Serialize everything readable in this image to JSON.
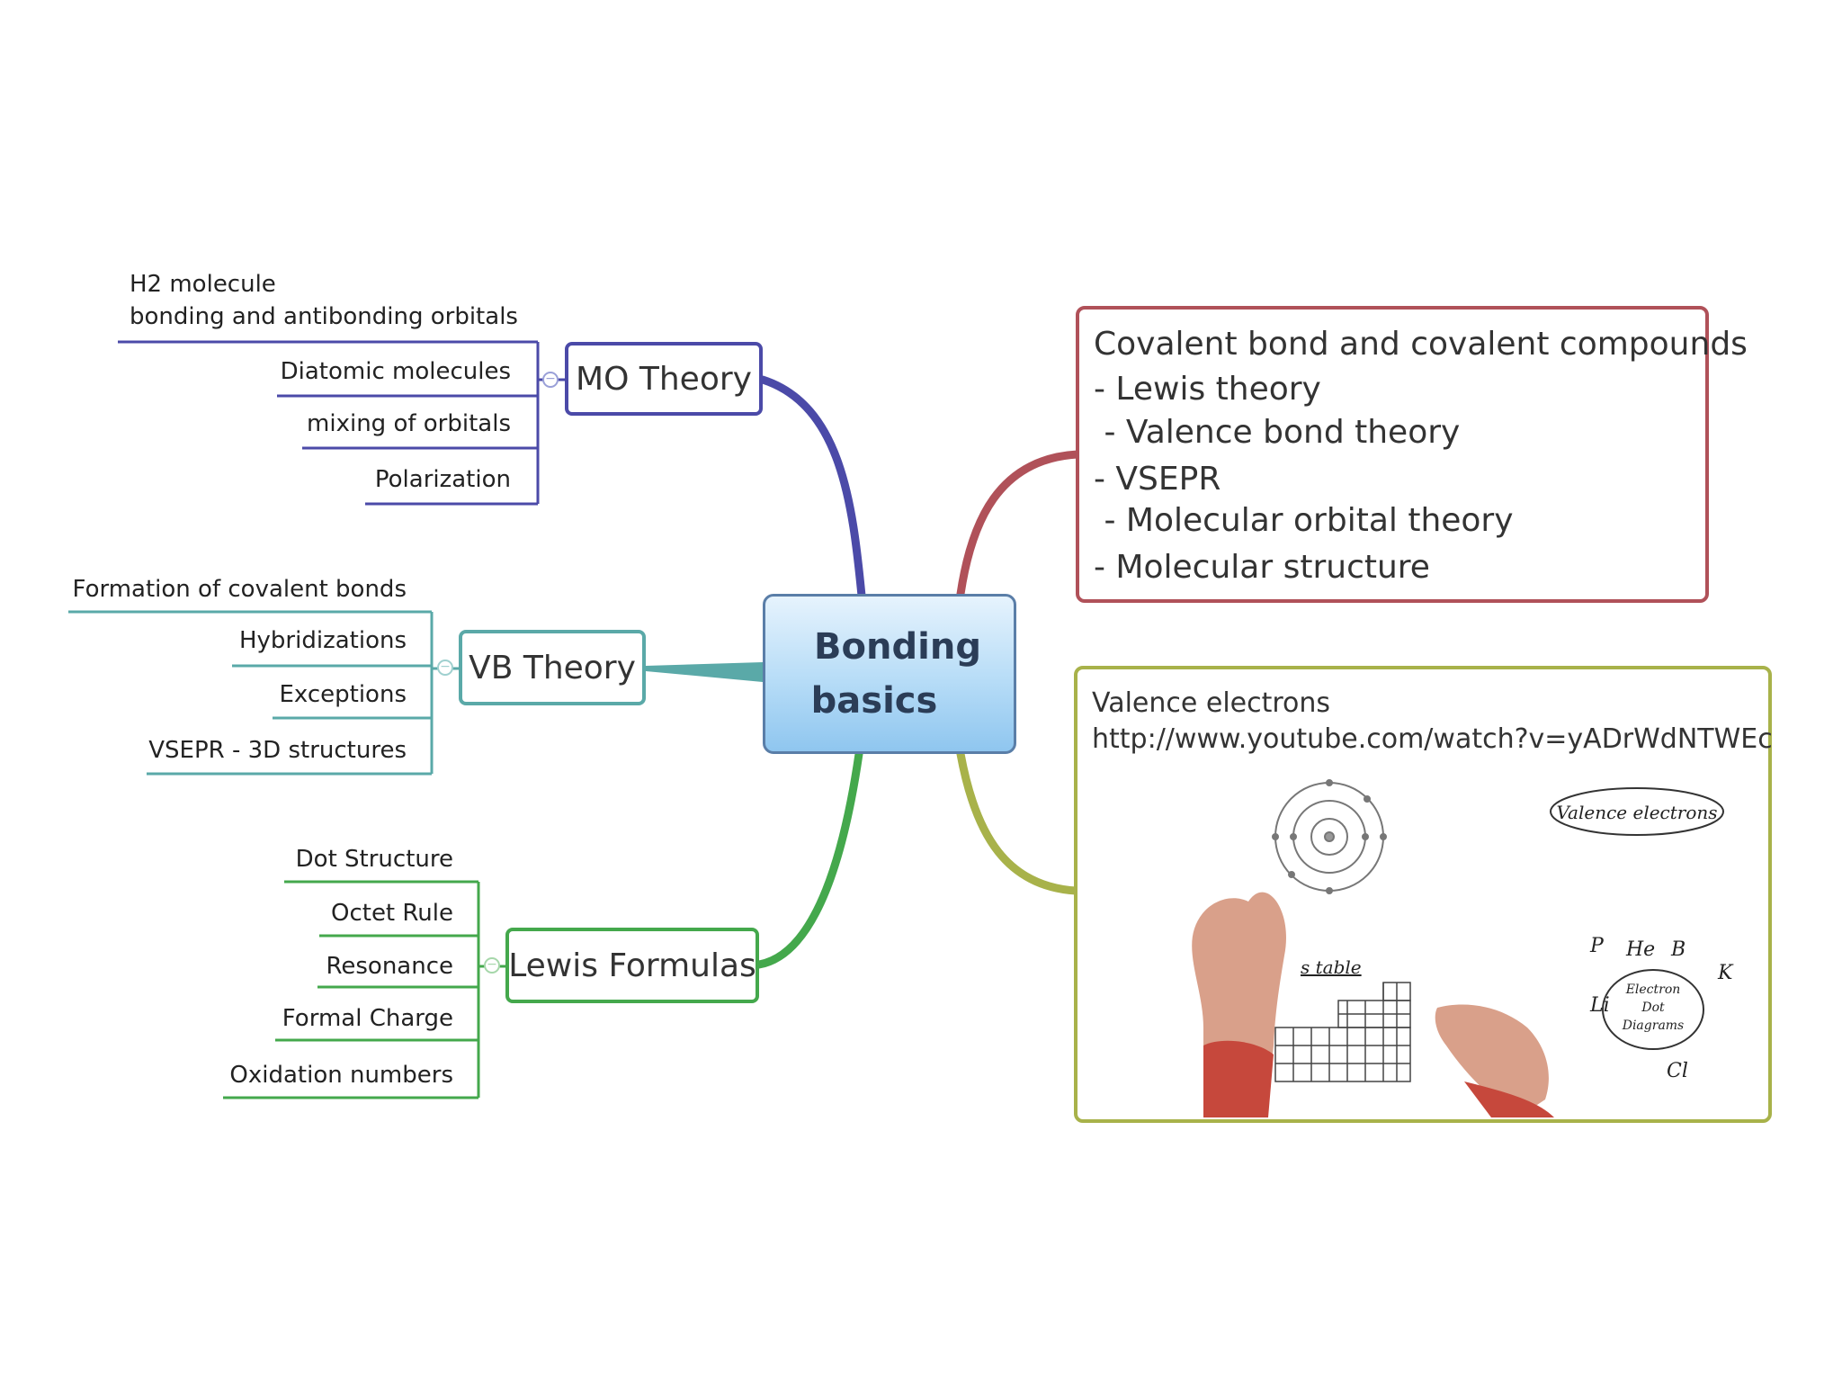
{
  "central": {
    "line1": "Bonding",
    "line2": "basics"
  },
  "mo": {
    "label": "MO Theory",
    "items": [
      "H2 molecule\nbonding and antibonding orbitals",
      "Diatomic molecules",
      "mixing of orbitals",
      "Polarization"
    ]
  },
  "vb": {
    "label": "VB Theory",
    "items": [
      "Formation of covalent bonds",
      "Hybridizations",
      "Exceptions",
      "VSEPR - 3D structures"
    ]
  },
  "lewis": {
    "label": "Lewis Formulas",
    "items": [
      "Dot Structure",
      "Octet Rule",
      "Resonance",
      "Formal Charge",
      "Oxidation numbers"
    ]
  },
  "covalent_note": {
    "lines": [
      "Covalent bond and covalent compounds",
      "- Lewis theory",
      " - Valence bond theory",
      "- VSEPR",
      " - Molecular orbital theory",
      "- Molecular structure"
    ]
  },
  "valence_note": {
    "title": "Valence electrons",
    "url": "http://www.youtube.com/watch?v=yADrWdNTWEc",
    "thumb": {
      "bubble_text": "Valence electrons",
      "table_text": "s table",
      "diagram_label": [
        "Electron",
        "Dot",
        "Diagrams"
      ],
      "symbols": [
        "P",
        "He",
        "B",
        "K",
        "Li",
        "Cl"
      ]
    }
  },
  "colors": {
    "mo": "#4b4aa8",
    "vb": "#5aa9a8",
    "lewis": "#44a84c",
    "covalent": "#b05159",
    "valence": "#a8b24a",
    "central_border": "#5a7ea8"
  }
}
